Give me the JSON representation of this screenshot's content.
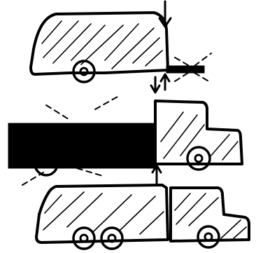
{
  "figure": {
    "kind": "hand-drawn illustration",
    "panels": [
      {
        "name": "camper-trailer-with-hitch-bar",
        "parts": [
          "trailer-body",
          "trailer-wheel",
          "hitch-bar",
          "down-arrow",
          "connection-arrows"
        ]
      },
      {
        "name": "truck-cab-with-solid-trailer-bed",
        "parts": [
          "solid-bed",
          "bed-wheel",
          "cab",
          "cab-wheel",
          "up-arrow"
        ]
      },
      {
        "name": "coupled-truck-and-trailer",
        "parts": [
          "combined-body",
          "cab",
          "wheel-1",
          "wheel-2",
          "wheel-3"
        ]
      }
    ],
    "colors": {
      "ink": "#000000",
      "paper": "#ffffff"
    }
  }
}
